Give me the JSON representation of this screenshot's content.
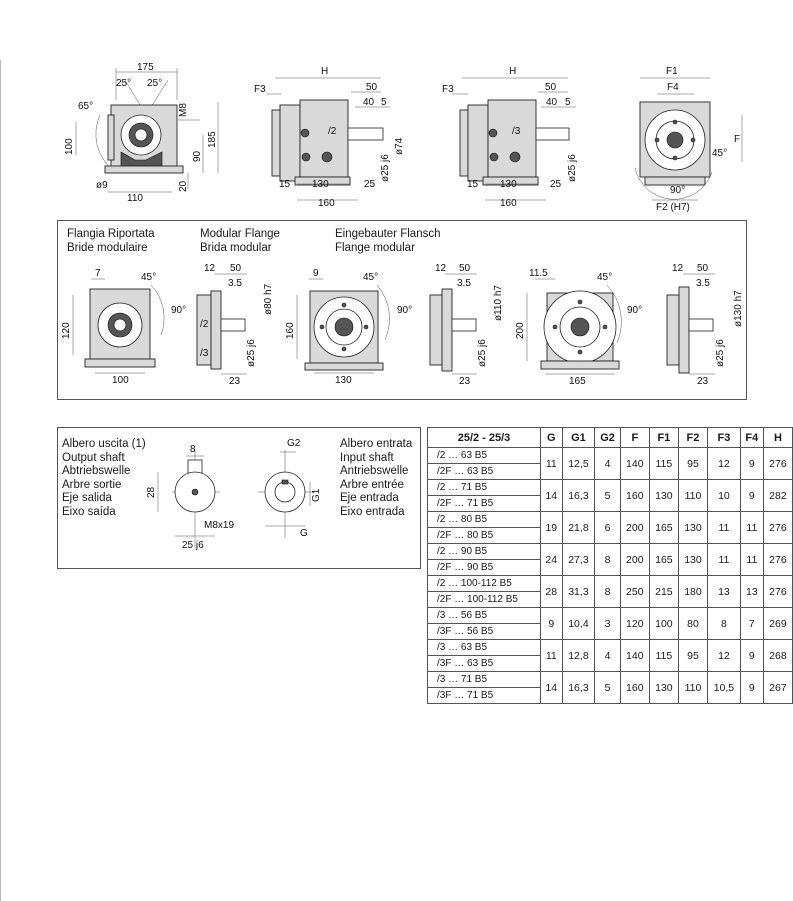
{
  "top_drawings": {
    "front_view": {
      "d175": "175",
      "a25l": "25°",
      "a25r": "25°",
      "a65": "65°",
      "m8": "M8",
      "d100": "100",
      "d185": "185",
      "d90": "90",
      "d20": "20",
      "d9": "ø9",
      "d110": "110"
    },
    "side_view_2": {
      "h": "H",
      "f3": "F3",
      "d50": "50",
      "d40": "40",
      "d5": "5",
      "tag": "/2",
      "d25": "ø25 j6",
      "d74": "ø74",
      "d15": "15",
      "d130": "130",
      "d25b": "25",
      "d160": "160"
    },
    "side_view_3": {
      "h": "H",
      "f3": "F3",
      "d50": "50",
      "d40": "40",
      "d5": "5",
      "tag": "/3",
      "d25": "ø25 j6",
      "d15": "15",
      "d130": "130",
      "d25b": "25",
      "d160": "160"
    },
    "flange_view": {
      "f1": "F1",
      "f4": "F4",
      "f": "F",
      "a45": "45°",
      "a90": "90°",
      "f2": "F2 (H7)"
    }
  },
  "flange_section": {
    "title_lines": [
      "Flangia Riportata",
      "Bride modulaire"
    ],
    "title2_lines": [
      "Modular Flange",
      "Brida modular"
    ],
    "title3_lines": [
      "Eingebauter Flansch",
      "Flange modular"
    ],
    "view1": {
      "d7": "7",
      "a45": "45°",
      "a90": "90°",
      "d120": "120",
      "d100": "100"
    },
    "side1": {
      "d12": "12",
      "d50": "50",
      "d35": "3.5",
      "d80": "ø80 h7",
      "t2": "/2",
      "t3": "/3",
      "d25": "ø25 j6",
      "d23": "23"
    },
    "view2": {
      "d9": "9",
      "a45": "45°",
      "a90": "90°",
      "d160": "160",
      "d130": "130"
    },
    "side2": {
      "d12": "12",
      "d50": "50",
      "d35": "3.5",
      "d110": "ø110 h7",
      "d25": "ø25 j6",
      "d23": "23"
    },
    "view3": {
      "d115": "11.5",
      "a45": "45°",
      "a90": "90°",
      "d200": "200",
      "d165": "165"
    },
    "side3": {
      "d12": "12",
      "d50": "50",
      "d35": "3.5",
      "d130": "ø130 h7",
      "d25": "ø25 j6",
      "d23": "23"
    }
  },
  "shaft_section": {
    "output_label_lines": [
      "Albero uscita (1)",
      "Output shaft",
      "Abtriebswelle",
      "Arbre sortie",
      "Eje salida",
      "Eixo saída"
    ],
    "input_label_lines": [
      "Albero entrata",
      "Input shaft",
      "Antriebswelle",
      "Arbre entrée",
      "Eje entrada",
      "Eixo entrada"
    ],
    "output_dims": {
      "d8": "8",
      "d28": "28",
      "m8x19": "M8x19",
      "d25": "25 j6"
    },
    "input_dims": {
      "g2": "G2",
      "g1": "G1",
      "g": "G"
    }
  },
  "dimension_table": {
    "headers": [
      "25/2 - 25/3",
      "G",
      "G1",
      "G2",
      "F",
      "F1",
      "F2",
      "F3",
      "F4",
      "H"
    ],
    "groups": [
      {
        "codes": [
          "/2 … 63 B5",
          "/2F … 63 B5"
        ],
        "values": [
          "11",
          "12,5",
          "4",
          "140",
          "115",
          "95",
          "12",
          "9",
          "276"
        ]
      },
      {
        "codes": [
          "/2 … 71 B5",
          "/2F … 71 B5"
        ],
        "values": [
          "14",
          "16,3",
          "5",
          "160",
          "130",
          "110",
          "10",
          "9",
          "282"
        ]
      },
      {
        "codes": [
          "/2 … 80 B5",
          "/2F … 80 B5"
        ],
        "values": [
          "19",
          "21,8",
          "6",
          "200",
          "165",
          "130",
          "11",
          "11",
          "276"
        ]
      },
      {
        "codes": [
          "/2 … 90 B5",
          "/2F … 90 B5"
        ],
        "values": [
          "24",
          "27,3",
          "8",
          "200",
          "165",
          "130",
          "11",
          "11",
          "276"
        ]
      },
      {
        "codes": [
          "/2 … 100-112 B5",
          "/2F … 100-112 B5"
        ],
        "values": [
          "28",
          "31,3",
          "8",
          "250",
          "215",
          "180",
          "13",
          "13",
          "276"
        ]
      },
      {
        "codes": [
          "/3 … 56 B5",
          "/3F … 56 B5"
        ],
        "values": [
          "9",
          "10,4",
          "3",
          "120",
          "100",
          "80",
          "8",
          "7",
          "269"
        ]
      },
      {
        "codes": [
          "/3 … 63 B5",
          "/3F … 63 B5"
        ],
        "values": [
          "11",
          "12,8",
          "4",
          "140",
          "115",
          "95",
          "12",
          "9",
          "268"
        ]
      },
      {
        "codes": [
          "/3 … 71 B5",
          "/3F … 71 B5"
        ],
        "values": [
          "14",
          "16,3",
          "5",
          "160",
          "130",
          "110",
          "10,5",
          "9",
          "267"
        ]
      }
    ]
  },
  "colors": {
    "line": "#333333",
    "body_fill": "#d9d9d9",
    "dark_fill": "#555555"
  },
  "icons": [
    "gearbox-front-icon",
    "gearbox-side-icon",
    "flange-face-icon",
    "shaft-section-icon"
  ]
}
